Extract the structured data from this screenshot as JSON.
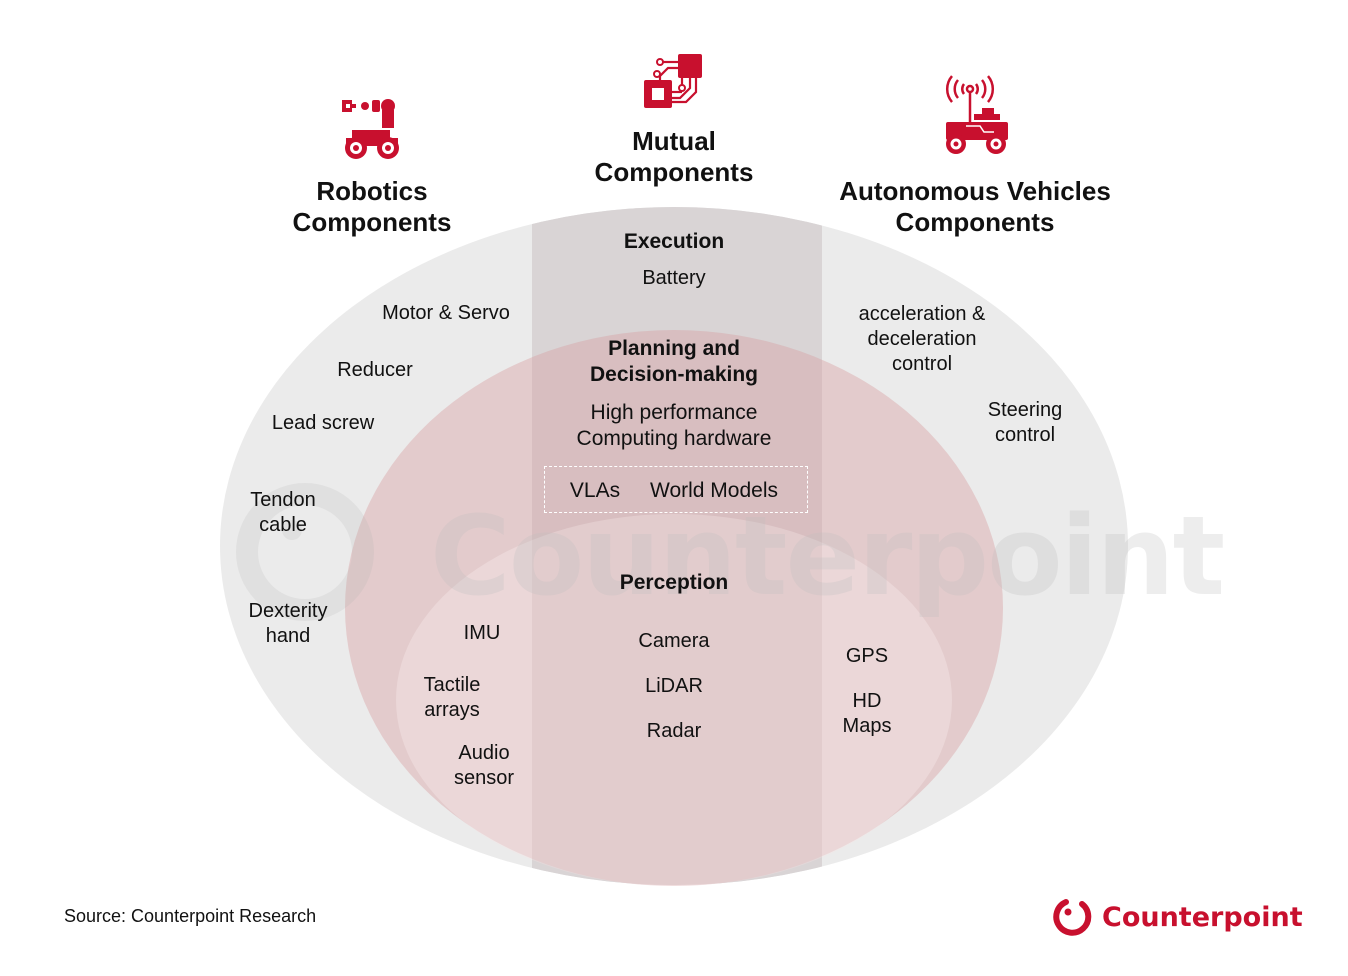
{
  "colors": {
    "accent_red": "#c8102e",
    "outer_ellipse": "#ebebeb",
    "center_band": "#dcdcdc",
    "middle_ellipse": "#e6c2c4",
    "inner_ellipse": "#efdcdd"
  },
  "headers": {
    "robotics": "Robotics\nComponents",
    "mutual": "Mutual\nComponents",
    "av": "Autonomous Vehicles\nComponents"
  },
  "icons": {
    "robotics": "robot-arm-vehicle-icon",
    "mutual": "circuit-chip-icon",
    "av": "antenna-robot-vehicle-icon"
  },
  "sections": {
    "execution": {
      "title": "Execution",
      "items": [
        "Battery"
      ]
    },
    "planning": {
      "title": "Planning and\nDecision-making",
      "items": [
        "High performance\nComputing hardware"
      ],
      "boxed": [
        "VLAs",
        "World Models"
      ]
    },
    "perception": {
      "title": "Perception",
      "items": [
        "Camera",
        "LiDAR",
        "Radar"
      ]
    }
  },
  "robotics_items": {
    "execution": [
      "Motor & Servo",
      "Reducer",
      "Lead screw",
      "Tendon\ncable",
      "Dexterity\nhand"
    ],
    "perception": [
      "IMU",
      "Tactile\narrays",
      "Audio\nsensor"
    ]
  },
  "av_items": {
    "execution": [
      "acceleration &\ndeceleration\ncontrol",
      "Steering\ncontrol"
    ],
    "perception": [
      "GPS",
      "HD\nMaps"
    ]
  },
  "watermark": "Counterpoint",
  "footer": {
    "source": "Source: Counterpoint Research",
    "logo_text": "Counterpoint"
  }
}
